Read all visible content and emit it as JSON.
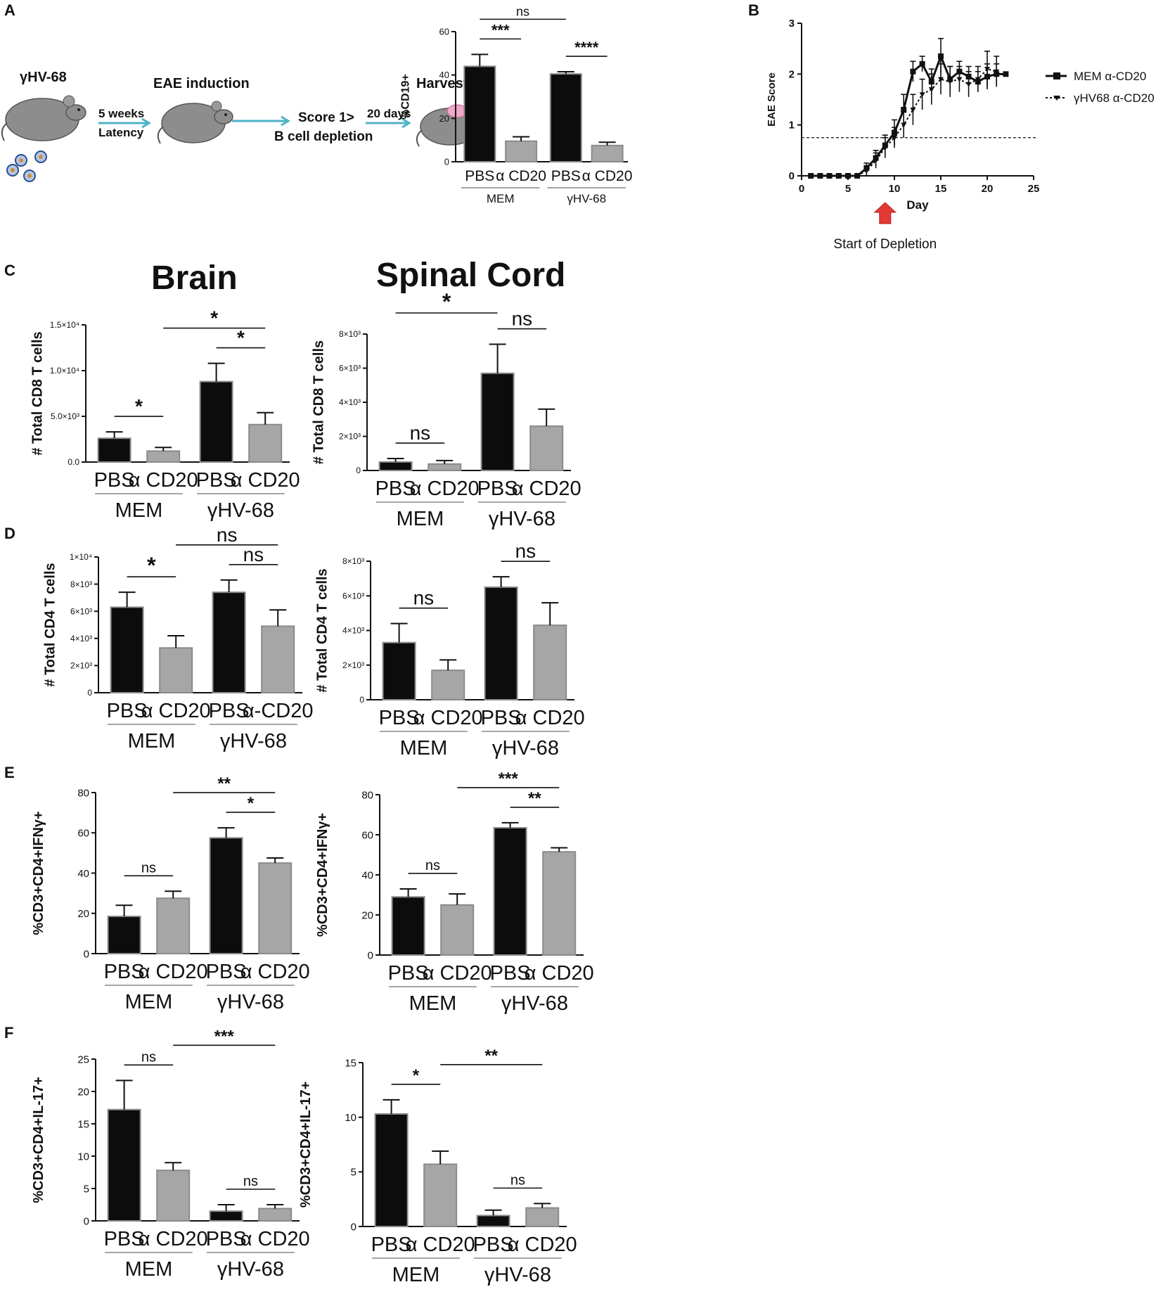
{
  "panel_labels": {
    "a": "A",
    "b": "B",
    "c": "C",
    "d": "D",
    "e": "E",
    "f": "F"
  },
  "section_titles": {
    "brain": "Brain",
    "spinal": "Spinal Cord"
  },
  "schematic": {
    "virus": "γHV-68",
    "eae": "EAE induction",
    "harvest": "Harvesting",
    "weeks": "5 weeks",
    "latency": "Latency",
    "score": "Score 1>",
    "depletion": "B cell depletion",
    "days": "20 days"
  },
  "colors": {
    "black_bar": "#0c0c0c",
    "gray_bar": "#a6a6a6",
    "arrow": "#e53935",
    "schematic_arrow": "#4fb3c8"
  },
  "chart_data": [
    {
      "id": "A_cd19",
      "type": "bar",
      "ylabel": "%CD19+",
      "ylim": [
        0,
        60
      ],
      "yticks": [
        "0",
        "20",
        "40",
        "60"
      ],
      "bars": [
        44,
        9.5,
        40.5,
        7.5
      ],
      "errors": [
        5.5,
        2,
        1,
        1.5
      ],
      "labels": [
        "PBS",
        "α CD20",
        "PBS",
        "α CD20"
      ],
      "groups": [
        "MEM",
        "γHV-68"
      ],
      "sig": [
        {
          "from": 0,
          "to": 1,
          "text": "***"
        },
        {
          "from": 2,
          "to": 3,
          "text": "****"
        },
        {
          "from": 0,
          "to": 2,
          "text": "ns"
        }
      ]
    },
    {
      "id": "B_eae",
      "type": "line",
      "xlabel": "Day",
      "ylabel": "EAE Score",
      "xlim": [
        0,
        25
      ],
      "ylim": [
        0,
        3
      ],
      "xticks": [
        "0",
        "5",
        "10",
        "15",
        "20",
        "25"
      ],
      "yticks": [
        "0",
        "1",
        "2",
        "3"
      ],
      "threshold": 0.75,
      "annotation": "Start of Depletion",
      "annotation_x": 9,
      "series": [
        {
          "name": "MEM α-CD20",
          "x": [
            1,
            2,
            3,
            4,
            5,
            6,
            7,
            8,
            9,
            10,
            11,
            12,
            13,
            14,
            15,
            16,
            17,
            18,
            19,
            20,
            21,
            22
          ],
          "y": [
            0,
            0,
            0,
            0,
            0,
            0,
            0.15,
            0.35,
            0.6,
            0.85,
            1.3,
            2.05,
            2.2,
            1.85,
            2.35,
            1.9,
            2.05,
            1.95,
            1.85,
            1.95,
            2.0,
            2.0
          ],
          "err": [
            0,
            0,
            0,
            0,
            0,
            0,
            0.1,
            0.15,
            0.2,
            0.25,
            0.3,
            0.2,
            0.15,
            0.25,
            0.35,
            0.25,
            0.2,
            0.2,
            0.2,
            0.25,
            0.2,
            0
          ]
        },
        {
          "name": "γHV68 α-CD20",
          "x": [
            1,
            2,
            3,
            4,
            5,
            6,
            7,
            8,
            9,
            10,
            11,
            12,
            13,
            14,
            15,
            16,
            17,
            18,
            19,
            20,
            21
          ],
          "y": [
            0,
            0,
            0,
            0,
            0,
            0,
            0.1,
            0.3,
            0.55,
            0.75,
            1.0,
            1.3,
            1.6,
            1.7,
            1.9,
            1.85,
            1.9,
            1.8,
            1.9,
            2.1,
            2.05
          ],
          "err": [
            0,
            0,
            0,
            0,
            0,
            0,
            0.1,
            0.15,
            0.2,
            0.2,
            0.25,
            0.3,
            0.3,
            0.3,
            0.3,
            0.3,
            0.25,
            0.25,
            0.25,
            0.35,
            0.3
          ]
        }
      ]
    },
    {
      "id": "C_brain",
      "type": "bar",
      "ylabel": "# Total CD8 T cells",
      "ylim": [
        0,
        15000
      ],
      "yticks": [
        "0.0",
        "5.0×10³",
        "1.0×10⁴",
        "1.5×10⁴"
      ],
      "bars": [
        2600,
        1200,
        8800,
        4100
      ],
      "errors": [
        700,
        400,
        2000,
        1300
      ],
      "labels": [
        "PBS",
        "α CD20",
        "PBS",
        "α CD20"
      ],
      "groups": [
        "MEM",
        "γHV-68"
      ],
      "sig": [
        {
          "from": 0,
          "to": 1,
          "text": "*"
        },
        {
          "from": 2,
          "to": 3,
          "text": "*"
        },
        {
          "from": 1,
          "to": 3,
          "text": "*"
        }
      ]
    },
    {
      "id": "C_spinal",
      "type": "bar",
      "ylabel": "# Total CD8 T cells",
      "ylim": [
        0,
        8000
      ],
      "yticks": [
        "0",
        "2×10³",
        "4×10³",
        "6×10³",
        "8×10³"
      ],
      "bars": [
        500,
        380,
        5700,
        2600
      ],
      "errors": [
        200,
        200,
        1700,
        1000
      ],
      "labels": [
        "PBS",
        "α CD20",
        "PBS",
        "α CD20"
      ],
      "groups": [
        "MEM",
        "γHV-68"
      ],
      "sig": [
        {
          "from": 0,
          "to": 1,
          "text": "ns"
        },
        {
          "from": 2,
          "to": 3,
          "text": "ns"
        },
        {
          "from": 0,
          "to": 2,
          "text": "*"
        }
      ]
    },
    {
      "id": "D_brain",
      "type": "bar",
      "ylabel": "# Total CD4 T cells",
      "ylim": [
        0,
        10000
      ],
      "yticks": [
        "0",
        "2×10³",
        "4×10³",
        "6×10³",
        "8×10³",
        "1×10⁴"
      ],
      "bars": [
        6300,
        3300,
        7400,
        4900
      ],
      "errors": [
        1100,
        900,
        900,
        1200
      ],
      "labels": [
        "PBS",
        "α CD20",
        "PBS",
        "α-CD20"
      ],
      "groups": [
        "MEM",
        "γHV-68"
      ],
      "sig": [
        {
          "from": 0,
          "to": 1,
          "text": "*"
        },
        {
          "from": 2,
          "to": 3,
          "text": "ns"
        },
        {
          "from": 1,
          "to": 3,
          "text": "ns"
        }
      ]
    },
    {
      "id": "D_spinal",
      "type": "bar",
      "ylabel": "# Total CD4 T cells",
      "ylim": [
        0,
        8000
      ],
      "yticks": [
        "0",
        "2×10³",
        "4×10³",
        "6×10³",
        "8×10³"
      ],
      "bars": [
        3300,
        1700,
        6500,
        4300
      ],
      "errors": [
        1100,
        600,
        600,
        1300
      ],
      "labels": [
        "PBS",
        "α CD20",
        "PBS",
        "α CD20"
      ],
      "groups": [
        "MEM",
        "γHV-68"
      ],
      "sig": [
        {
          "from": 0,
          "to": 1,
          "text": "ns"
        },
        {
          "from": 2,
          "to": 3,
          "text": "ns"
        }
      ]
    },
    {
      "id": "E_brain",
      "type": "bar",
      "ylabel": "%CD3+CD4+IFNγ+",
      "ylim": [
        0,
        80
      ],
      "yticks": [
        "0",
        "20",
        "40",
        "60",
        "80"
      ],
      "bars": [
        18.5,
        27.5,
        57.5,
        45
      ],
      "errors": [
        5.5,
        3.5,
        5,
        2.5
      ],
      "labels": [
        "PBS",
        "α CD20",
        "PBS",
        "α CD20"
      ],
      "groups": [
        "MEM",
        "γHV-68"
      ],
      "sig": [
        {
          "from": 0,
          "to": 1,
          "text": "ns"
        },
        {
          "from": 2,
          "to": 3,
          "text": "*"
        },
        {
          "from": 1,
          "to": 3,
          "text": "**"
        }
      ]
    },
    {
      "id": "E_spinal",
      "type": "bar",
      "ylabel": "%CD3+CD4+IFNγ+",
      "ylim": [
        0,
        80
      ],
      "yticks": [
        "0",
        "20",
        "40",
        "60",
        "80"
      ],
      "bars": [
        29,
        25,
        63.5,
        51.5
      ],
      "errors": [
        4,
        5.5,
        2.5,
        2
      ],
      "labels": [
        "PBS",
        "α CD20",
        "PBS",
        "α CD20"
      ],
      "groups": [
        "MEM",
        "γHV-68"
      ],
      "sig": [
        {
          "from": 0,
          "to": 1,
          "text": "ns"
        },
        {
          "from": 2,
          "to": 3,
          "text": "**"
        },
        {
          "from": 1,
          "to": 3,
          "text": "***"
        }
      ]
    },
    {
      "id": "F_brain",
      "type": "bar",
      "ylabel": "%CD3+CD4+IL-17+",
      "ylim": [
        0,
        25
      ],
      "yticks": [
        "0",
        "5",
        "10",
        "15",
        "20",
        "25"
      ],
      "bars": [
        17.2,
        7.8,
        1.5,
        1.9
      ],
      "errors": [
        4.5,
        1.2,
        1.0,
        0.6
      ],
      "labels": [
        "PBS",
        "α CD20",
        "PBS",
        "α CD20"
      ],
      "groups": [
        "MEM",
        "γHV-68"
      ],
      "sig": [
        {
          "from": 0,
          "to": 1,
          "text": "ns"
        },
        {
          "from": 2,
          "to": 3,
          "text": "ns"
        },
        {
          "from": 1,
          "to": 3,
          "text": "***"
        }
      ]
    },
    {
      "id": "F_spinal",
      "type": "bar",
      "ylabel": "%CD3+CD4+IL-17+",
      "ylim": [
        0,
        15
      ],
      "yticks": [
        "0",
        "5",
        "10",
        "15"
      ],
      "bars": [
        10.3,
        5.7,
        1.0,
        1.7
      ],
      "errors": [
        1.3,
        1.2,
        0.5,
        0.4
      ],
      "labels": [
        "PBS",
        "α CD20",
        "PBS",
        "α CD20"
      ],
      "groups": [
        "MEM",
        "γHV-68"
      ],
      "sig": [
        {
          "from": 0,
          "to": 1,
          "text": "*"
        },
        {
          "from": 2,
          "to": 3,
          "text": "ns"
        },
        {
          "from": 1,
          "to": 3,
          "text": "**"
        }
      ]
    }
  ]
}
